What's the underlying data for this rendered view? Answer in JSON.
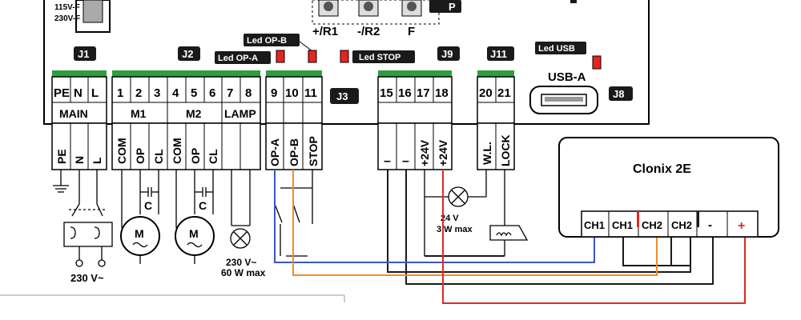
{
  "top": {
    "side_voltage_1": "115V-F",
    "side_voltage_2": "230V-F",
    "btn_r1": "+/R1",
    "btn_r2": "-/R2",
    "btn_f": "F",
    "p_tag": "P"
  },
  "leds": {
    "op_b": "Led OP-B",
    "op_a": "Led OP-A",
    "stop": "Led STOP",
    "usb": "Led USB"
  },
  "connectors": {
    "j1": "J1",
    "j2": "J2",
    "j3": "J3",
    "j9": "J9",
    "j11": "J11",
    "j8": "J8",
    "usb_a": "USB-A"
  },
  "terminals": {
    "pe": "PE",
    "n": "N",
    "l": "L",
    "t1": "1",
    "t2": "2",
    "t3": "3",
    "t4": "4",
    "t5": "5",
    "t6": "6",
    "t7": "7",
    "t8": "8",
    "t9": "9",
    "t10": "10",
    "t11": "11",
    "t15": "15",
    "t16": "16",
    "t17": "17",
    "t18": "18",
    "t20": "20",
    "t21": "21"
  },
  "groups": {
    "main": "MAIN",
    "m1": "M1",
    "m2": "M2",
    "lamp": "LAMP"
  },
  "functions": {
    "pe": "PE",
    "n": "N",
    "l": "L",
    "com1": "COM",
    "op1": "OP",
    "cl1": "CL",
    "com2": "COM",
    "op2": "OP",
    "cl2": "CL",
    "op_a": "OP-A",
    "op_b": "OP-B",
    "stop": "STOP",
    "minus1": "–",
    "minus2": "–",
    "plus24a": "+24V",
    "plus24b": "+24V",
    "wl": "W.L.",
    "lock": "LOCK"
  },
  "components": {
    "cap1": "C",
    "cap2": "C",
    "motor1": "M",
    "motor2": "M",
    "supply": "230 V~",
    "lamp_rating_1": "230 V~",
    "lamp_rating_2": "60 W max",
    "wl_rating_1": "24 V",
    "wl_rating_2": "3 W max"
  },
  "receiver": {
    "title": "Clonix 2E",
    "terminals": [
      "CH1",
      "CH1",
      "CH2",
      "CH2",
      "-",
      "+"
    ]
  },
  "colors": {
    "blue": "#3a55c8",
    "orange": "#f08c28",
    "red": "#e02828",
    "led": "#e8231d",
    "box": "#1a1a1a",
    "header": "#2e9e3e"
  }
}
